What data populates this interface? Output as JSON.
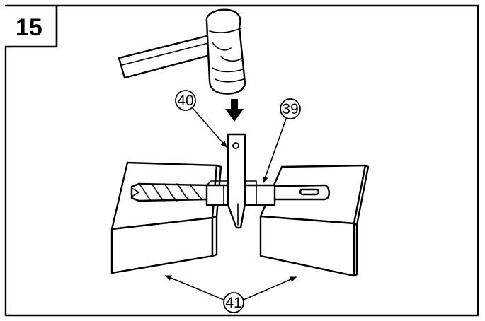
{
  "figure": {
    "number": "15",
    "callouts": {
      "wedge": "40",
      "sleeve": "39",
      "blocks": "41"
    }
  }
}
